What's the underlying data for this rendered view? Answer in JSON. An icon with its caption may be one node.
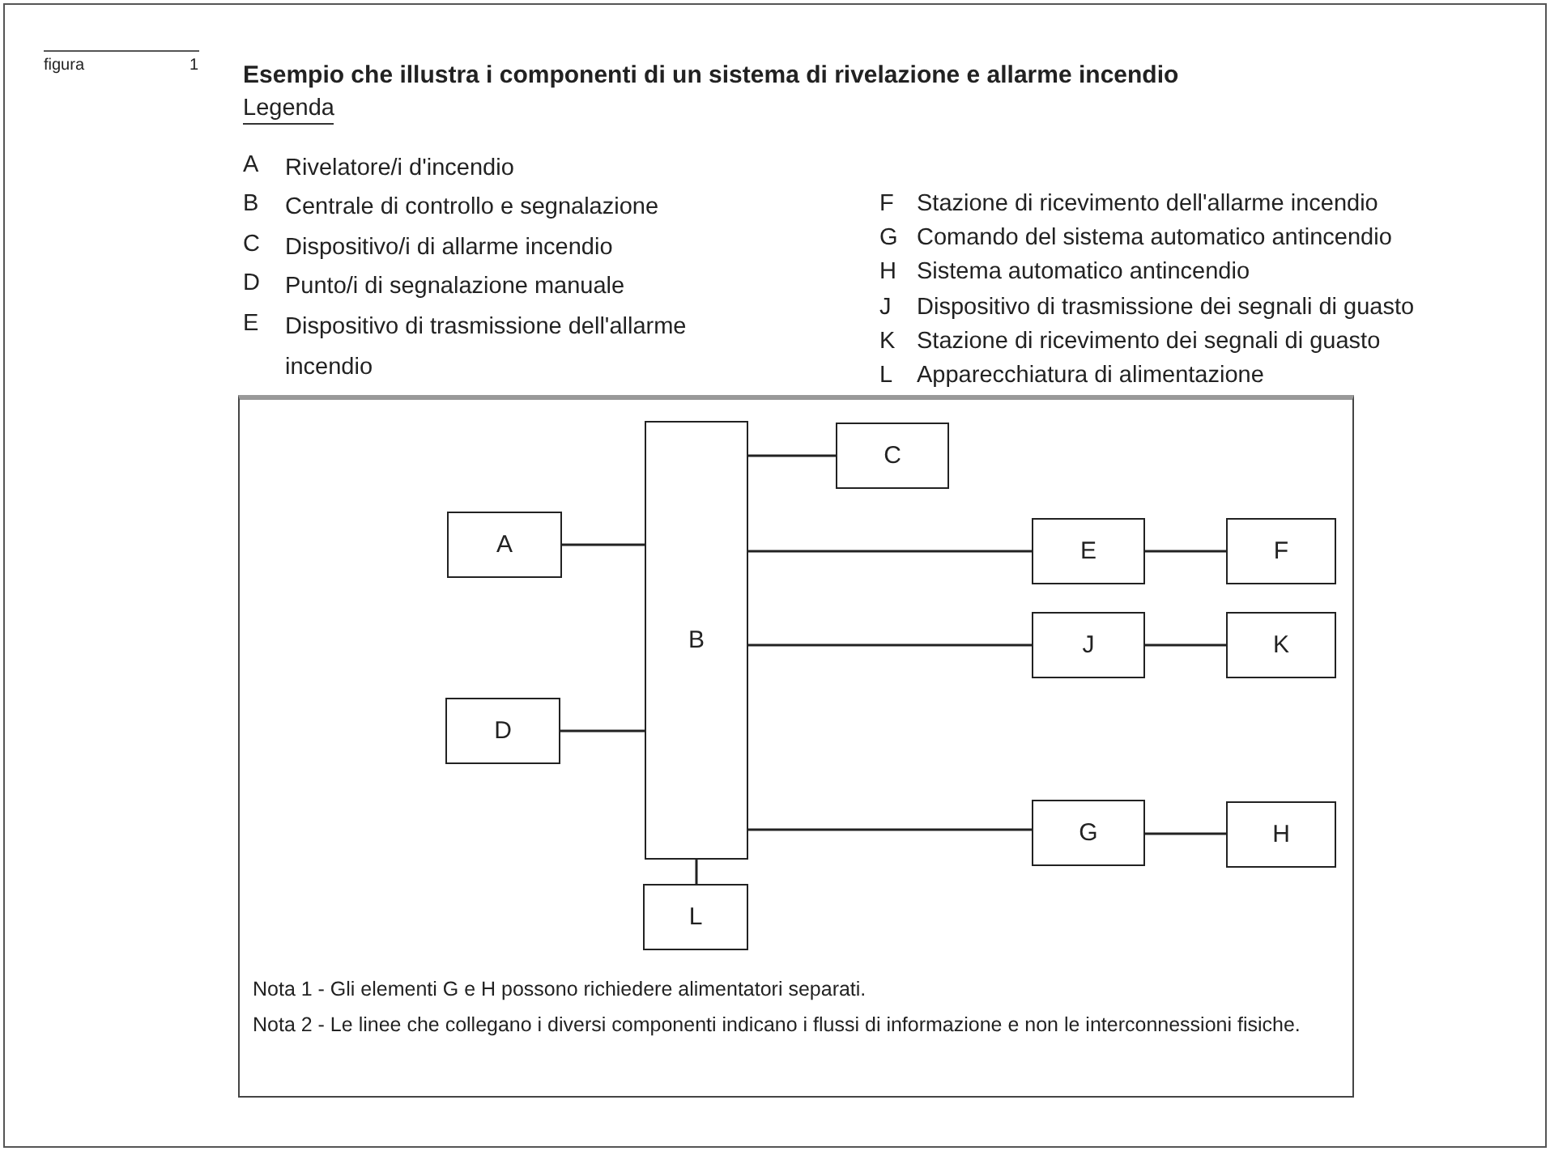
{
  "diagram": {
    "title": "Esempio che illustra i componenti di un sistema di rivelazione e allarme incendio",
    "nodes": [
      {
        "text": [
          "Nota 1 - Gli elementi G e H possono richiedere alimentatori separati.",
          "Nota 2 - Le linee che collegano i diversi componenti indicano i flussi di informazione e non le interconnessioni fisiche."
        ]
      },
      {
        "text": [
          "A"
        ],
        "in": 0
      },
      {
        "text": [
          "B"
        ],
        "in": 0
      },
      {
        "text": [
          "C"
        ],
        "in": 0
      },
      {
        "text": [
          "D"
        ],
        "in": 0
      },
      {
        "text": [
          "E"
        ],
        "in": 0
      },
      {
        "text": [
          "F"
        ],
        "in": 0
      },
      {
        "text": [
          "J"
        ],
        "in": 0
      },
      {
        "text": [
          "K"
        ],
        "in": 0
      },
      {
        "text": [
          "G"
        ],
        "in": 0
      },
      {
        "text": [
          "H"
        ],
        "in": 0
      },
      {
        "text": [
          "L"
        ],
        "in": 0
      }
    ],
    "edges": [
      {
        "from": 2,
        "to": 3,
        "arrow": "none"
      },
      {
        "from": 1,
        "to": 2,
        "arrow": "none"
      },
      {
        "from": 2,
        "to": 5,
        "arrow": "none"
      },
      {
        "from": 5,
        "to": 6,
        "arrow": "none"
      },
      {
        "from": 2,
        "to": 7,
        "arrow": "none"
      },
      {
        "from": 7,
        "to": 8,
        "arrow": "none"
      },
      {
        "from": 4,
        "to": 2,
        "arrow": "none"
      },
      {
        "from": 2,
        "to": 9,
        "arrow": "none"
      },
      {
        "from": 9,
        "to": 10,
        "arrow": "none"
      },
      {
        "from": 2,
        "to": 11,
        "arrow": "none"
      }
    ],
    "labels": [
      "figura",
      "1",
      "Legenda",
      "A",
      "Rivelatore/i d'incendio",
      "B",
      "Centrale di controllo e segnalazione",
      "C",
      "Dispositivo/i di allarme incendio",
      "D",
      "Punto/i di segnalazione manuale",
      "E",
      "Dispositivo di trasmissione dell'allarme incendio",
      "F",
      "Stazione di ricevimento dell'allarme incendio",
      "G",
      "Comando del sistema automatico antincendio",
      "H",
      "Sistema automatico antincendio",
      "J",
      "Dispositivo di trasmissione dei segnali di guasto",
      "K",
      "Stazione di ricevimento dei segnali di guasto",
      "L",
      "Apparecchiatura di alimentazione"
    ]
  }
}
